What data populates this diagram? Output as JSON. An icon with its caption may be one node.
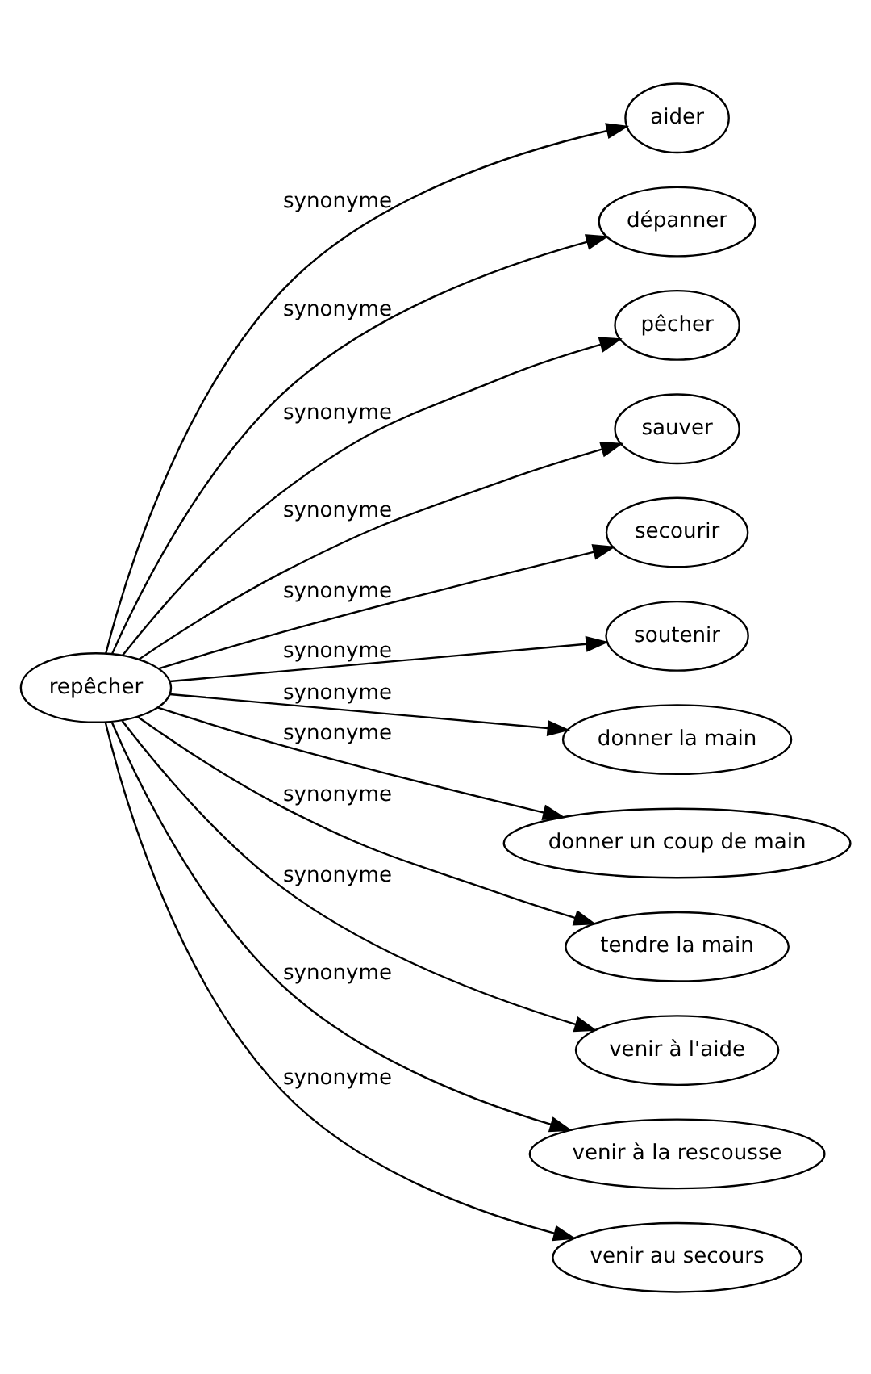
{
  "diagram": {
    "nodes": [
      {
        "text": [
          "repêcher"
        ]
      },
      {
        "text": [
          "aider"
        ]
      },
      {
        "text": [
          "dépanner"
        ]
      },
      {
        "text": [
          "pêcher"
        ]
      },
      {
        "text": [
          "sauver"
        ]
      },
      {
        "text": [
          "secourir"
        ]
      },
      {
        "text": [
          "soutenir"
        ]
      },
      {
        "text": [
          "donner la main"
        ]
      },
      {
        "text": [
          "donner un coup de main"
        ]
      },
      {
        "text": [
          "tendre la main"
        ]
      },
      {
        "text": [
          "venir à l'aide"
        ]
      },
      {
        "text": [
          "venir à la rescousse"
        ]
      },
      {
        "text": [
          "venir au secours"
        ]
      }
    ],
    "edges": [
      {
        "from": 0,
        "to": 1,
        "arrow": "to",
        "label": "synonyme"
      },
      {
        "from": 0,
        "to": 2,
        "arrow": "to",
        "label": "synonyme"
      },
      {
        "from": 0,
        "to": 3,
        "arrow": "to",
        "label": "synonyme"
      },
      {
        "from": 0,
        "to": 4,
        "arrow": "to",
        "label": "synonyme"
      },
      {
        "from": 0,
        "to": 5,
        "arrow": "to",
        "label": "synonyme"
      },
      {
        "from": 0,
        "to": 6,
        "arrow": "to",
        "label": "synonyme"
      },
      {
        "from": 0,
        "to": 7,
        "arrow": "to",
        "label": "synonyme"
      },
      {
        "from": 0,
        "to": 8,
        "arrow": "to",
        "label": "synonyme"
      },
      {
        "from": 0,
        "to": 9,
        "arrow": "to",
        "label": "synonyme"
      },
      {
        "from": 0,
        "to": 10,
        "arrow": "to",
        "label": "synonyme"
      },
      {
        "from": 0,
        "to": 11,
        "arrow": "to",
        "label": "synonyme"
      },
      {
        "from": 0,
        "to": 12,
        "arrow": "to",
        "label": "synonyme"
      }
    ]
  }
}
